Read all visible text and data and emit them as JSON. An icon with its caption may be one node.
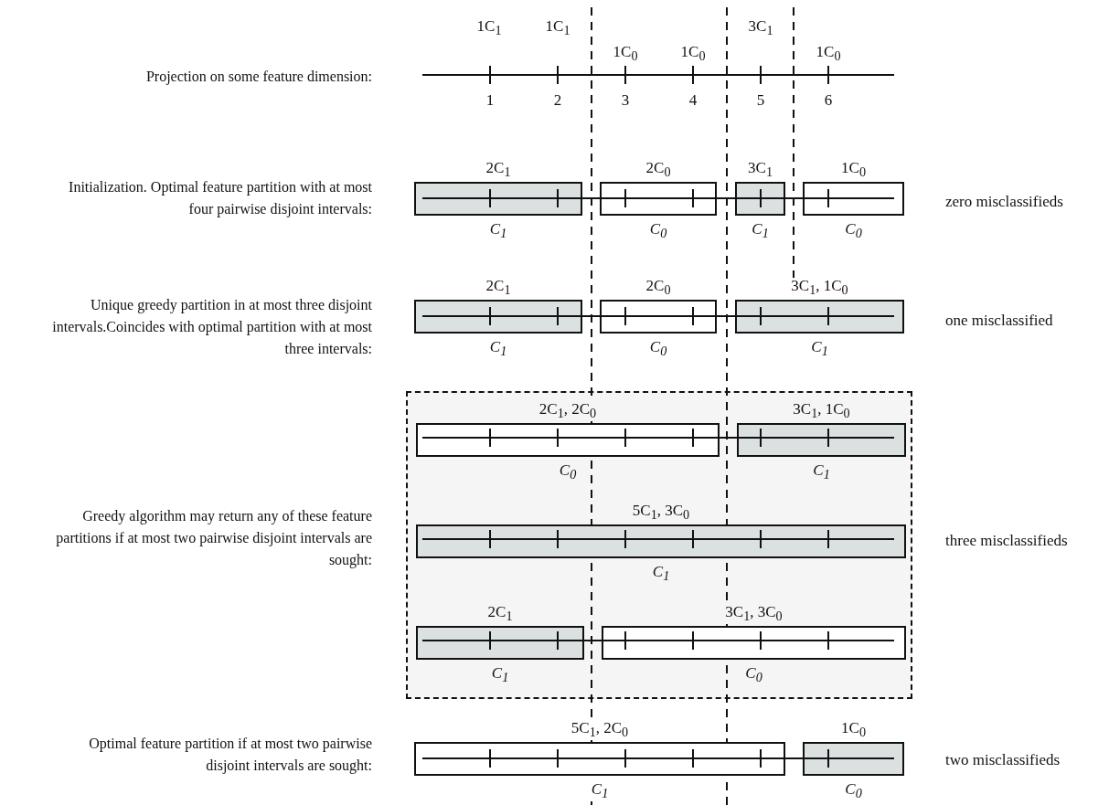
{
  "diagram": {
    "nodes": [
      {
        "text": [
          "2C$_{1}$",
          "C$_{1}$"
        ]
      },
      {
        "text": [
          "2C$_{0}$",
          "C$_{0}$"
        ]
      },
      {
        "text": [
          "3C$_{1}$",
          "C$_{1}$"
        ]
      },
      {
        "text": [
          "1C$_{0}$",
          "C$_{0}$"
        ]
      },
      {
        "text": [
          "2C$_{1}$",
          "C$_{1}$"
        ]
      },
      {
        "text": [
          "2C$_{0}$",
          "C$_{0}$"
        ]
      },
      {
        "text": [
          "3C$_{1}$, 1C$_{0}$",
          "C$_{1}$"
        ]
      },
      {
        "text": [],
        "shape": "box"
      },
      {
        "text": [
          "2C$_{1}$, 2C$_{0}$",
          "C$_{0}$"
        ],
        "in": 7
      },
      {
        "text": [
          "3C$_{1}$, 1C$_{0}$",
          "C$_{1}$"
        ],
        "in": 7
      },
      {
        "text": [
          "5C$_{1}$, 3C$_{0}$",
          "C$_{1}$"
        ],
        "in": 7
      },
      {
        "text": [
          "2C$_{1}$",
          "C$_{1}$"
        ],
        "in": 7
      },
      {
        "text": [
          "3C$_{1}$, 3C$_{0}$",
          "C$_{0}$"
        ],
        "in": 7
      },
      {
        "text": [
          "5C$_{1}$, 2C$_{0}$",
          "C$_{1}$"
        ]
      },
      {
        "text": [
          "1C$_{0}$",
          "C$_{0}$"
        ]
      }
    ],
    "labels": [
      "1C$_{1}$",
      "1C$_{1}$",
      "3C$_{1}$",
      "Projection on some feature dimension:",
      "1C$_{0}$",
      "1C$_{0}$",
      "1C$_{0}$",
      "1",
      "2",
      "3",
      "4",
      "5",
      "6",
      "Initialization. Optimal feature partition with at most four pairwise disjoint intervals:",
      "zero misclassifieds",
      "Unique greedy partition in at most three disjoint intervals.Coincides with optimal partition with at most three intervals:",
      "one misclassified",
      "Greedy algorithm may return any of these feature partitions if at most two pairwise disjoint intervals are sought:",
      "three misclassifieds",
      "Optimal feature partition if at most two pairwise disjoint intervals are sought:",
      "two misclassifieds"
    ]
  }
}
